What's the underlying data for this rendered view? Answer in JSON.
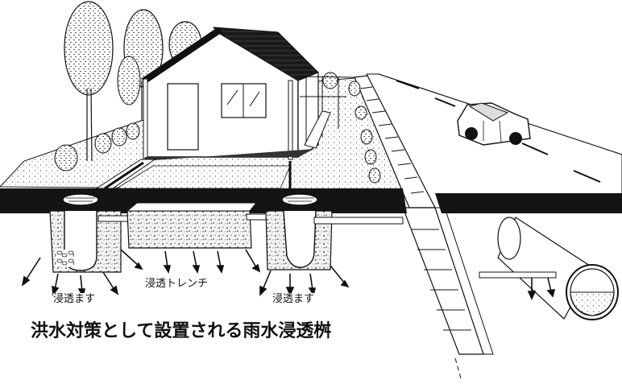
{
  "labels": {
    "masu_left": "浸透ます",
    "trench": "浸透トレンチ",
    "masu_right": "浸透ます"
  },
  "caption": "洪水対策として設置される雨水浸透桝",
  "colors": {
    "ink": "#111111",
    "ground": "#141414",
    "paper": "#ffffff",
    "gravel": "#e9e9e9"
  }
}
